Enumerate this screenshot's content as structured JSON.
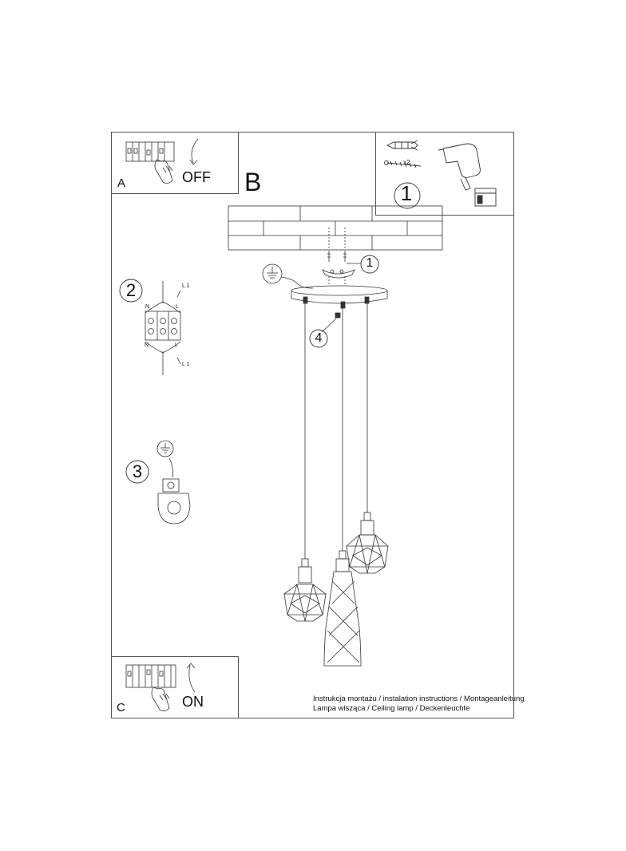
{
  "panels": {
    "a": {
      "letter": "A",
      "state": "OFF"
    },
    "b": {
      "letter": "B"
    },
    "c": {
      "letter": "C",
      "state": "ON"
    }
  },
  "steps": {
    "tools_step": "1",
    "mount_step": "1",
    "wiring_step": "2",
    "ground_step": "3",
    "screw_step": "4"
  },
  "hardware": {
    "quantity": "x2"
  },
  "wiring_labels": {
    "l1_top": "L 1",
    "n_top": "N",
    "l_top": "L",
    "n_bottom": "N",
    "l_bottom": "L",
    "l1_bottom": "L 1"
  },
  "captions": {
    "line1": "Instrukcja montażu / instalation instructions / Montageanleitung",
    "line2": "Lampa wisząca / Ceiling lamp / Deckenleuchte"
  }
}
